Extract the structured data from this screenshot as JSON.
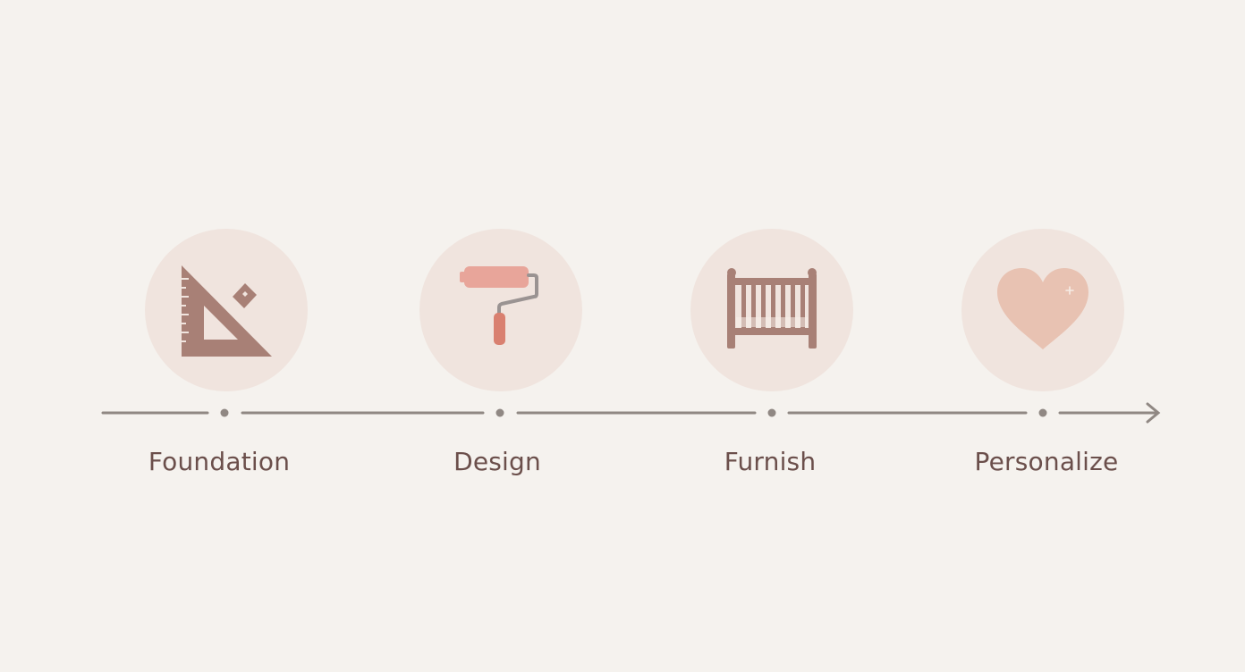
{
  "steps": [
    {
      "label": "Foundation",
      "icon": "set-square-ruler-icon"
    },
    {
      "label": "Design",
      "icon": "paint-roller-icon"
    },
    {
      "label": "Furnish",
      "icon": "crib-icon"
    },
    {
      "label": "Personalize",
      "icon": "heart-icon"
    }
  ],
  "colors": {
    "background": "#f5f2ee",
    "circle": "#f0e4de",
    "icon_brown": "#a88076",
    "icon_pink": "#e8a59a",
    "icon_handle": "#d98070",
    "heart": "#e8c2b2",
    "line": "#908883",
    "label": "#6b4f4b"
  }
}
